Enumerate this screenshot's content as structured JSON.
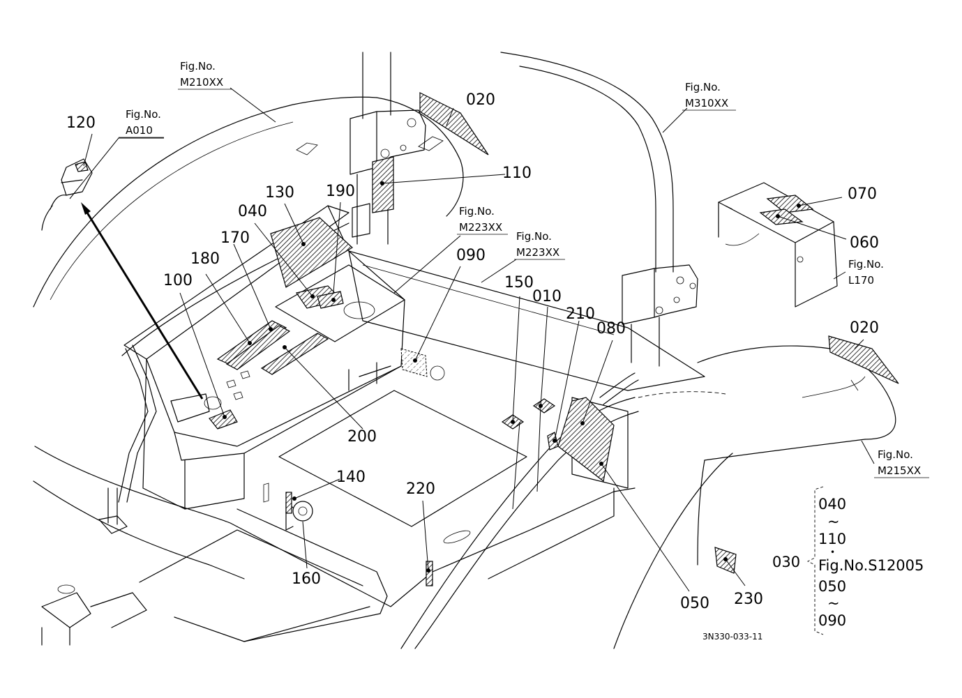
{
  "callouts": {
    "c120": "120",
    "c020a": "020",
    "c110": "110",
    "c130": "130",
    "c190": "190",
    "c040": "040",
    "c170": "170",
    "c180": "180",
    "c100": "100",
    "c090": "090",
    "c150": "150",
    "c010": "010",
    "c210": "210",
    "c080": "080",
    "c070": "070",
    "c060": "060",
    "c020b": "020",
    "c200": "200",
    "c140": "140",
    "c220": "220",
    "c160": "160",
    "c050": "050",
    "c230": "230"
  },
  "figure_refs": {
    "a010": {
      "label": "Fig.No.",
      "code": "A010"
    },
    "m210": {
      "label": "Fig.No.",
      "code": "M210XX"
    },
    "m310": {
      "label": "Fig.No.",
      "code": "M310XX"
    },
    "m223a": {
      "label": "Fig.No.",
      "code": "M223XX"
    },
    "m223b": {
      "label": "Fig.No.",
      "code": "M223XX"
    },
    "l170": {
      "label": "Fig.No.",
      "code": "L170"
    },
    "m215": {
      "label": "Fig.No.",
      "code": "M215XX"
    }
  },
  "legend": {
    "parent": "030",
    "line1": "040",
    "tilde1": "~",
    "line2": "110",
    "bullet": "•",
    "line3": "Fig.No.S12005",
    "line4": "050",
    "tilde2": "~",
    "line5": "090"
  },
  "drawing_number": "3N330-033-11"
}
